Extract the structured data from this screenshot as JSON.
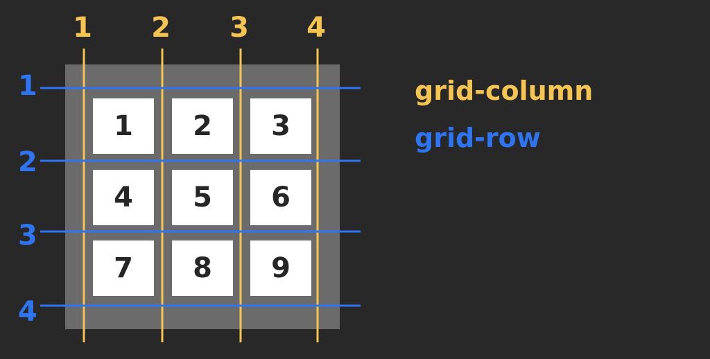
{
  "colors": {
    "background": "#282828",
    "grid_container": "#6b6b6b",
    "cell": "#ffffff",
    "cell_text": "#262626",
    "column_line": "#f5c451",
    "row_line": "#2f74f0"
  },
  "column_labels": [
    "1",
    "2",
    "3",
    "4"
  ],
  "row_labels": [
    "1",
    "2",
    "3",
    "4"
  ],
  "cells": [
    "1",
    "2",
    "3",
    "4",
    "5",
    "6",
    "7",
    "8",
    "9"
  ],
  "legend": {
    "column": "grid-column",
    "row": "grid-row"
  }
}
